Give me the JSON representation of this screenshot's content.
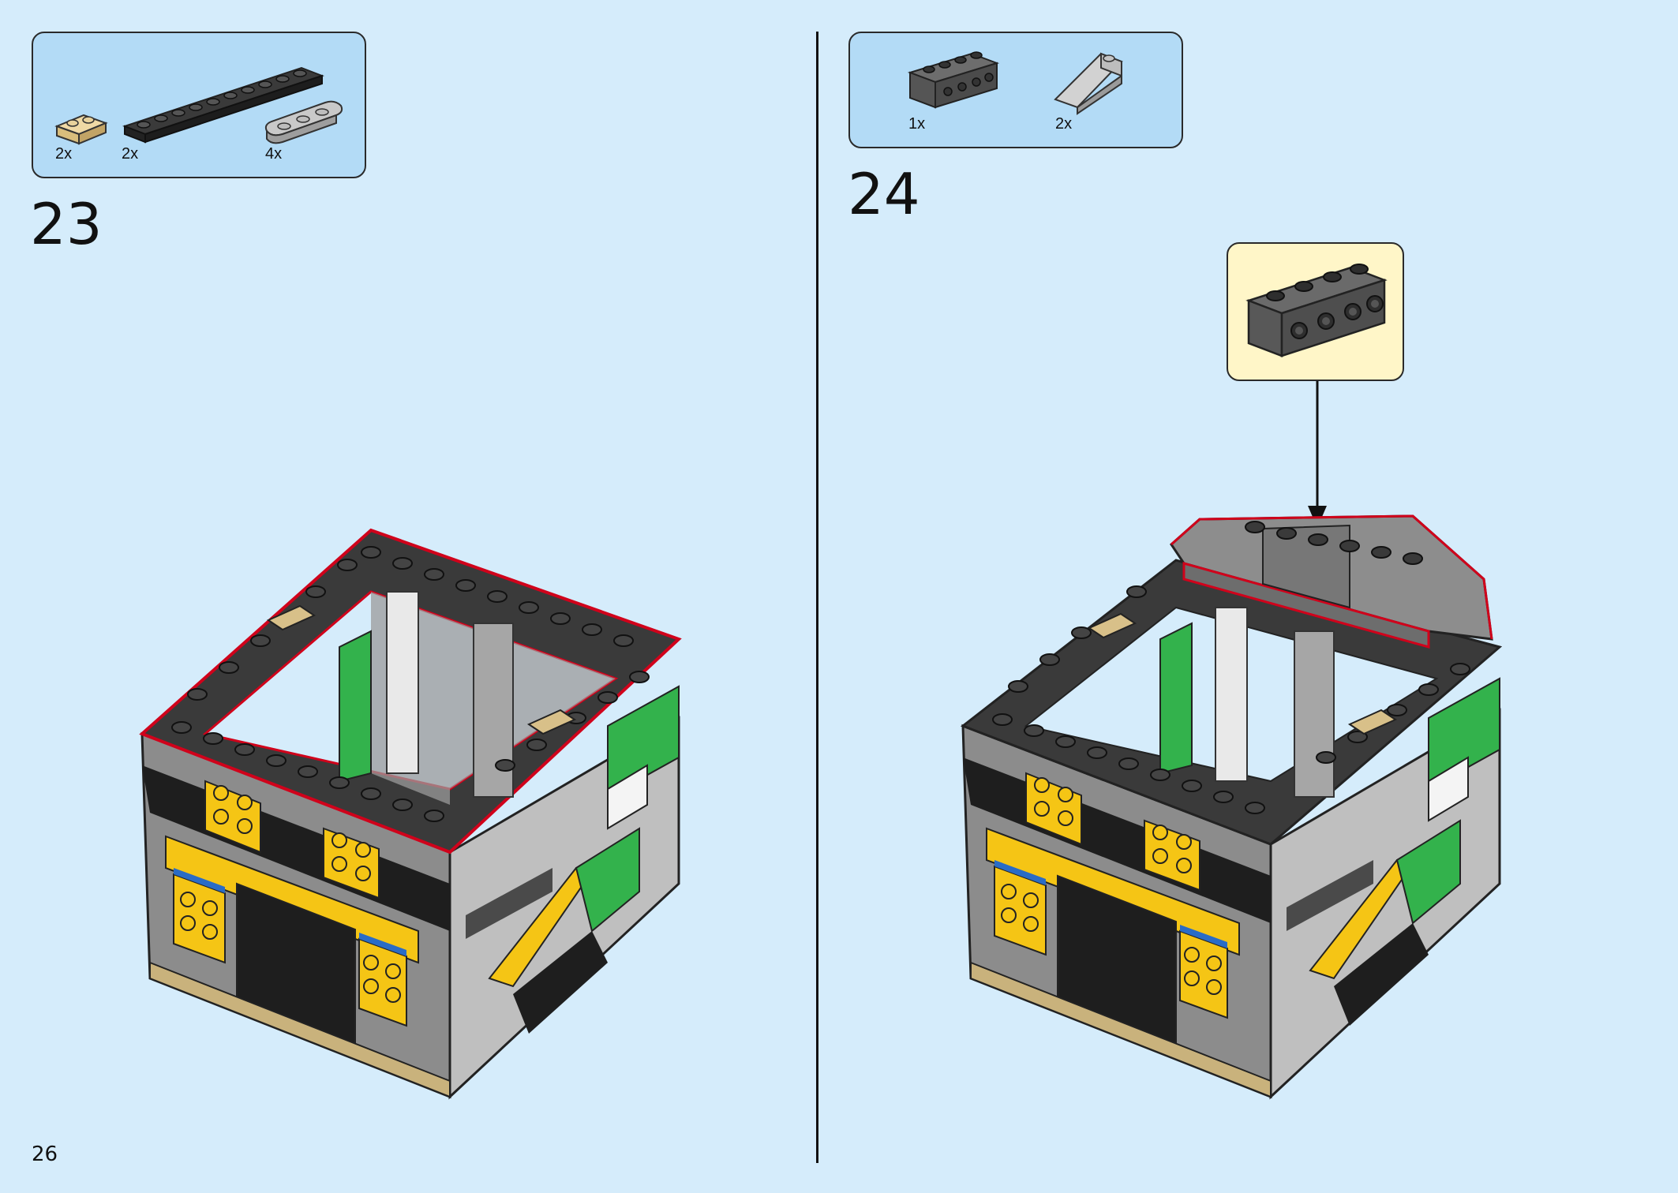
{
  "page": {
    "number": "26"
  },
  "steps": [
    {
      "number": "23",
      "parts": [
        {
          "name": "tan plate 1x2",
          "icon": "tan-plate-1x2-icon",
          "quantity": "2x"
        },
        {
          "name": "black plate 1x10",
          "icon": "black-plate-1x10-icon",
          "quantity": "2x"
        },
        {
          "name": "grey plate 1x3 rounded",
          "icon": "grey-plate-1x3-icon",
          "quantity": "4x"
        }
      ]
    },
    {
      "number": "24",
      "parts": [
        {
          "name": "dark grey brick 1x4 with studs on side",
          "icon": "grey-brick-1x4-icon",
          "quantity": "1x"
        },
        {
          "name": "light grey slope",
          "icon": "grey-slope-icon",
          "quantity": "2x"
        }
      ]
    }
  ],
  "colors": {
    "background": "#d5ecfb",
    "parts_box": "#b3dbf6",
    "callout": "#fff6c8",
    "highlight": "#d0021b"
  }
}
